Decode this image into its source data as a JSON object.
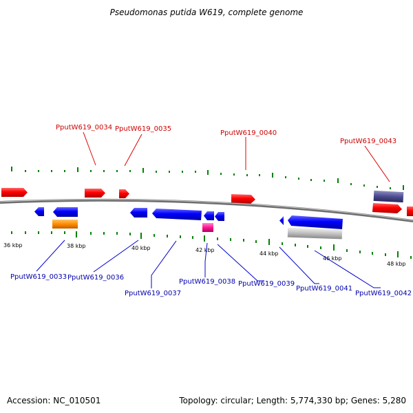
{
  "title": "Pseudomonas putida W619, complete genome",
  "footer": {
    "accession": "Accession: NC_010501",
    "summary": "Topology: circular; Length: 5,774,330 bp; Genes: 5,280"
  },
  "kbp_labels": [
    "36 kbp",
    "38 kbp",
    "40 kbp",
    "42 kbp",
    "44 kbp",
    "46 kbp",
    "48 kbp"
  ],
  "forward_labels": [
    "PputW619_0034",
    "PputW619_0035",
    "PputW619_0040",
    "PputW619_0043"
  ],
  "reverse_labels": [
    "PputW619_0033",
    "PputW619_0036",
    "PputW619_0037",
    "PputW619_0038",
    "PputW619_0039",
    "PputW619_0041",
    "PputW619_0042"
  ],
  "colors": {
    "forward_gene": "#ff0000",
    "reverse_gene": "#0000ff",
    "backbone": "#808080",
    "tick": "#008000",
    "orange_feature": "#ff8c00",
    "pink_feature": "#ff3399",
    "purple_feature": "#4b4b8f",
    "gray_feature": "#c0c0c0"
  }
}
